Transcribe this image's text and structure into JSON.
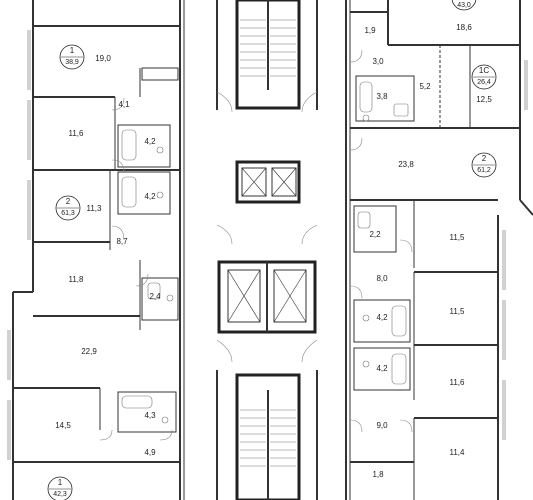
{
  "apartments": [
    {
      "id": "apt-1-top",
      "rooms": "1",
      "total": "38,9"
    },
    {
      "id": "apt-2-left",
      "rooms": "2",
      "total": "61,3"
    },
    {
      "id": "apt-1-bottom",
      "rooms": "1",
      "total": "42,3"
    },
    {
      "id": "apt-top-right",
      "rooms": "",
      "total": "43,0"
    },
    {
      "id": "apt-1c",
      "rooms": "1С",
      "total": "26,4"
    },
    {
      "id": "apt-2-right",
      "rooms": "2",
      "total": "61,2"
    }
  ],
  "rooms": [
    {
      "id": "l-19-0",
      "label": "19,0"
    },
    {
      "id": "l-4-1",
      "label": "4,1"
    },
    {
      "id": "l-11-6",
      "label": "11,6"
    },
    {
      "id": "l-4-2a",
      "label": "4,2"
    },
    {
      "id": "l-4-2b",
      "label": "4,2"
    },
    {
      "id": "l-11-3",
      "label": "11,3"
    },
    {
      "id": "l-8-7",
      "label": "8,7"
    },
    {
      "id": "l-11-8",
      "label": "11,8"
    },
    {
      "id": "l-2-4",
      "label": "2,4"
    },
    {
      "id": "l-22-9",
      "label": "22,9"
    },
    {
      "id": "l-4-3",
      "label": "4,3"
    },
    {
      "id": "l-14-5",
      "label": "14,5"
    },
    {
      "id": "l-4-9",
      "label": "4,9"
    },
    {
      "id": "r-1-9",
      "label": "1,9"
    },
    {
      "id": "r-18-6",
      "label": "18,6"
    },
    {
      "id": "r-3-0",
      "label": "3,0"
    },
    {
      "id": "r-3-8",
      "label": "3,8"
    },
    {
      "id": "r-5-2",
      "label": "5,2"
    },
    {
      "id": "r-12-5",
      "label": "12,5"
    },
    {
      "id": "r-23-8",
      "label": "23,8"
    },
    {
      "id": "r-2-2",
      "label": "2,2"
    },
    {
      "id": "r-11-5a",
      "label": "11,5"
    },
    {
      "id": "r-8-0",
      "label": "8,0"
    },
    {
      "id": "r-11-5b",
      "label": "11,5"
    },
    {
      "id": "r-4-2a",
      "label": "4,2"
    },
    {
      "id": "r-4-2b",
      "label": "4,2"
    },
    {
      "id": "r-11-6",
      "label": "11,6"
    },
    {
      "id": "r-9-0",
      "label": "9,0"
    },
    {
      "id": "r-11-4",
      "label": "11,4"
    },
    {
      "id": "r-1-8",
      "label": "1,8"
    }
  ]
}
